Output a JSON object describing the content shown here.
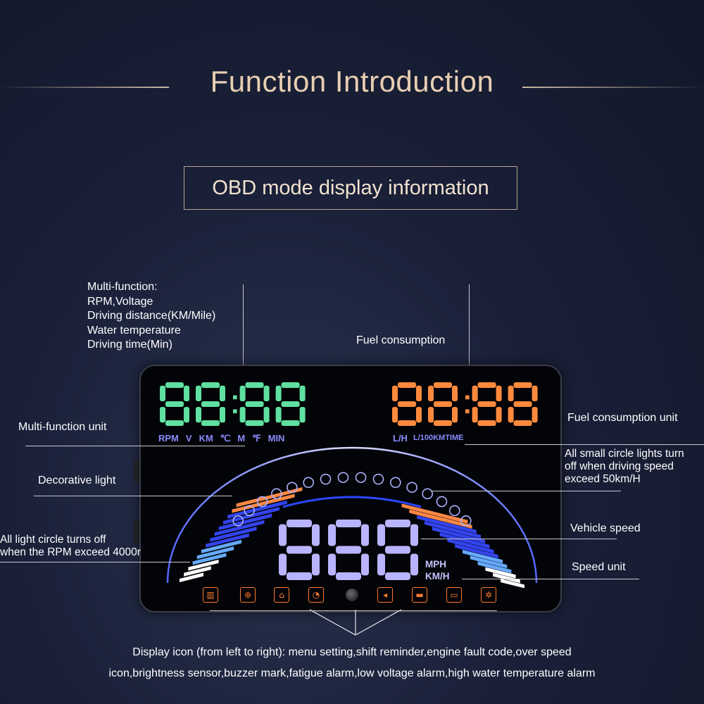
{
  "title": "Function Introduction",
  "subtitle": "OBD mode display information",
  "labels": {
    "multi_function": [
      "Multi-function:",
      "RPM,Voltage",
      "Driving distance(KM/Mile)",
      "Water temperature",
      "Driving time(Min)"
    ],
    "fuel_consumption": "Fuel consumption",
    "multi_function_unit": "Multi-function unit",
    "fuel_consumption_unit": "Fuel consumption unit",
    "circle_lights": [
      "All small circle lights turn",
      "off when driving speed",
      "exceed 50km/H"
    ],
    "decorative_light": "Decorative light",
    "rpm_circle": [
      "All light circle turns off",
      "when the RPM exceed 4000r"
    ],
    "vehicle_speed": "Vehicle speed",
    "speed_unit": "Speed unit"
  },
  "display": {
    "left_digits": "88:88",
    "right_digits": "88:88",
    "speed_digits": "888",
    "left_units": [
      "RPM",
      "V",
      "KM",
      "℃",
      "M",
      "℉",
      "MIN"
    ],
    "right_units": [
      "L/H",
      "L/100KMTIME"
    ],
    "speed_units": [
      "MPH",
      "KM/H"
    ]
  },
  "icons": [
    "menu-setting-icon",
    "shift-reminder-icon",
    "engine-fault-icon",
    "over-speed-icon",
    "brightness-sensor-icon",
    "buzzer-icon",
    "fatigue-alarm-icon",
    "low-voltage-icon",
    "water-temp-icon"
  ],
  "colors": {
    "left_digits": "#5fe0a0",
    "right_digits": "#ff8a3d",
    "speed_digits": "#b9b4ff",
    "icon": "#ff7a2e",
    "bars_blue": "#3344ee",
    "title": "#e8cfb2"
  },
  "bottom_text": [
    "Display icon (from left to right): menu setting,shift reminder,engine fault code,over speed",
    "icon,brightness sensor,buzzer mark,fatigue alarm,low voltage alarm,high water temperature alarm"
  ]
}
